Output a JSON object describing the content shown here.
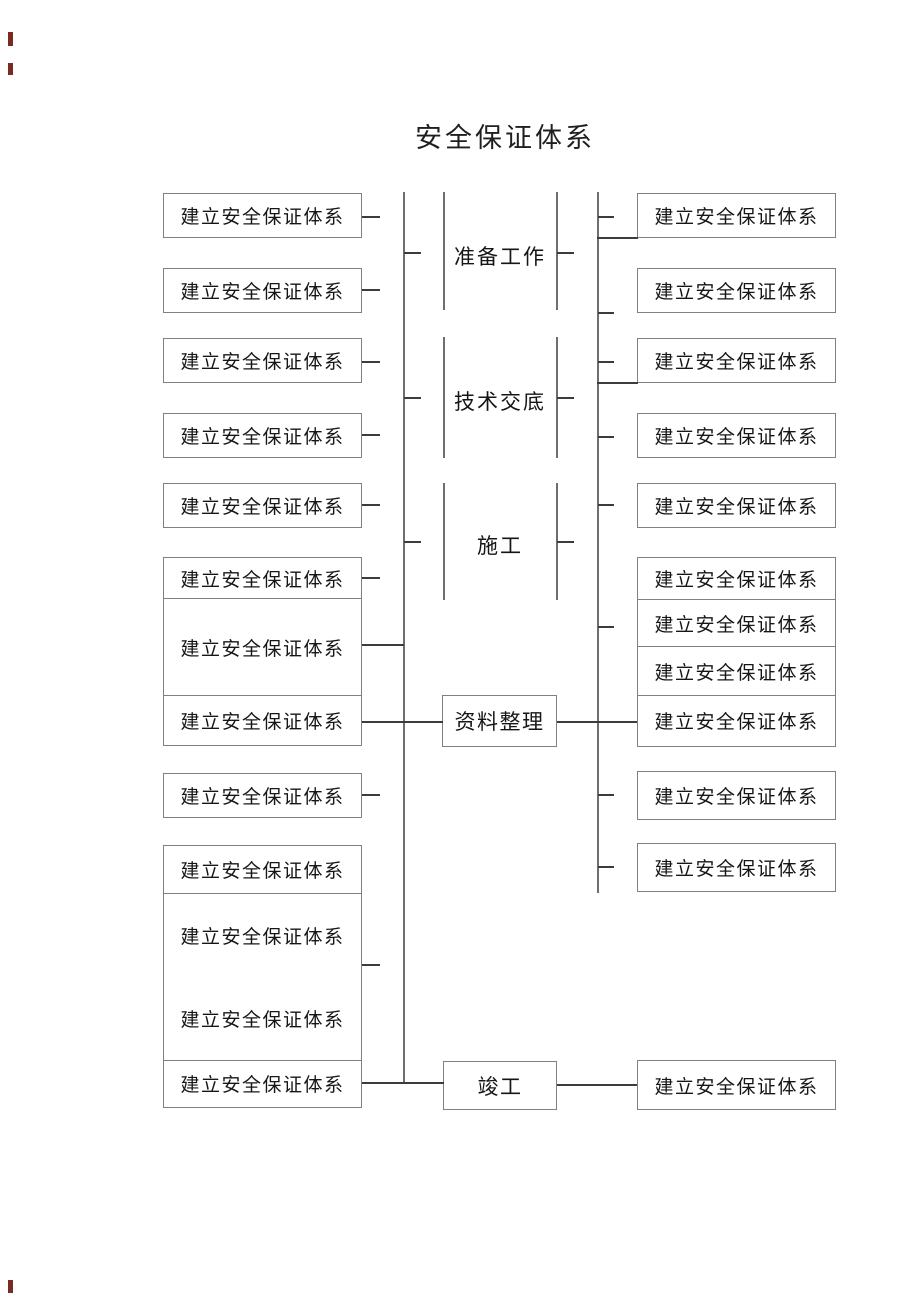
{
  "title": "安全保证体系",
  "stages": {
    "preparation": {
      "label": "准备工作"
    },
    "technical": {
      "label": "技术交底"
    },
    "construction": {
      "label": "施工"
    },
    "documentation": {
      "label": "资料整理"
    },
    "completion": {
      "label": "竣工"
    }
  },
  "left_boxes": [
    {
      "label": "建立安全保证体系"
    },
    {
      "label": "建立安全保证体系"
    },
    {
      "label": "建立安全保证体系"
    },
    {
      "label": "建立安全保证体系"
    },
    {
      "label": "建立安全保证体系"
    },
    {
      "label": "建立安全保证体系"
    },
    {
      "label": "建立安全保证体系"
    },
    {
      "label": "建立安全保证体系"
    },
    {
      "label": "建立安全保证体系"
    },
    {
      "label": "建立安全保证体系"
    },
    {
      "label": "建立安全保证体系"
    },
    {
      "label": "建立安全保证体系"
    },
    {
      "label": "建立安全保证体系"
    }
  ],
  "right_boxes": [
    {
      "label": "建立安全保证体系"
    },
    {
      "label": "建立安全保证体系"
    },
    {
      "label": "建立安全保证体系"
    },
    {
      "label": "建立安全保证体系"
    },
    {
      "label": "建立安全保证体系"
    },
    {
      "label": "建立安全保证体系"
    },
    {
      "label": "建立安全保证体系"
    },
    {
      "label": "建立安全保证体系"
    },
    {
      "label": "建立安全保证体系"
    },
    {
      "label": "建立安全保证体系"
    },
    {
      "label": "建立安全保证体系"
    },
    {
      "label": "建立安全保证体系"
    }
  ]
}
